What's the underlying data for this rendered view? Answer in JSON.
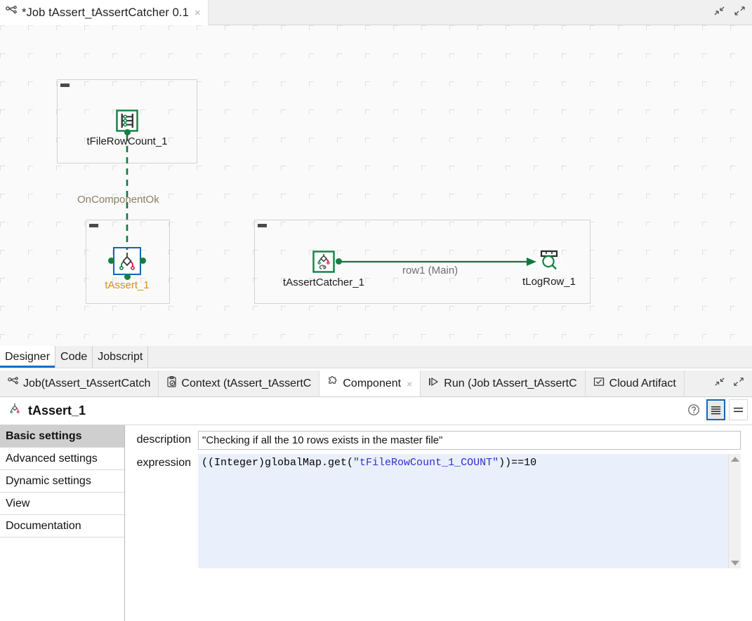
{
  "editor": {
    "tab_title": "*Job tAssert_tAssertCatcher 0.1",
    "tab_icon": "job-icon",
    "close_label": "×",
    "minimize_icon": "minimize-icon",
    "maximize_icon": "maximize-icon"
  },
  "canvas": {
    "nodes": [
      {
        "id": "tFileRowCount_1",
        "label": "tFileRowCount_1",
        "icon": "file-row-count-icon",
        "selected": false
      },
      {
        "id": "tAssert_1",
        "label": "tAssert_1",
        "icon": "assert-icon",
        "selected": true
      },
      {
        "id": "tAssertCatcher_1",
        "label": "tAssertCatcher_1",
        "icon": "assert-catcher-icon",
        "selected": false
      },
      {
        "id": "tLogRow_1",
        "label": "tLogRow_1",
        "icon": "log-row-icon",
        "selected": false
      }
    ],
    "links": [
      {
        "id": "trigger-link",
        "label": "OnComponentOk",
        "kind": "trigger",
        "from": "tFileRowCount_1",
        "to": "tAssert_1"
      },
      {
        "id": "row-link",
        "label": "row1 (Main)",
        "kind": "main",
        "from": "tAssertCatcher_1",
        "to": "tLogRow_1"
      }
    ],
    "colors": {
      "green": "#108040",
      "link_green": "#0c7a3e",
      "selection_blue": "#1466b8",
      "selected_label": "#d98c1a",
      "trigger_label": "#8a7d63",
      "main_label": "#6e6e6e"
    }
  },
  "view_tabs": [
    {
      "label": "Designer",
      "active": true
    },
    {
      "label": "Code",
      "active": false
    },
    {
      "label": "Jobscript",
      "active": false
    }
  ],
  "panel_tabs": [
    {
      "label": "Job(tAssert_tAssertCatch",
      "icon": "job-icon",
      "active": false,
      "closable": false
    },
    {
      "label": "Context (tAssert_tAssertC",
      "icon": "context-icon",
      "active": false,
      "closable": false
    },
    {
      "label": "Component",
      "icon": "puzzle-icon",
      "active": true,
      "closable": true
    },
    {
      "label": "Run (Job tAssert_tAssertC",
      "icon": "run-icon",
      "active": false,
      "closable": false
    },
    {
      "label": "Cloud Artifact",
      "icon": "cloud-artifact-icon",
      "active": false,
      "closable": false
    }
  ],
  "properties": {
    "title": "tAssert_1",
    "title_icon": "assert-icon",
    "help_icon": "help-icon",
    "view_toggle_1": "list-view-icon",
    "view_toggle_2": "compact-view-icon",
    "nav": [
      {
        "label": "Basic settings",
        "active": true
      },
      {
        "label": "Advanced settings",
        "active": false
      },
      {
        "label": "Dynamic settings",
        "active": false
      },
      {
        "label": "View",
        "active": false
      },
      {
        "label": "Documentation",
        "active": false
      }
    ],
    "fields": {
      "description_label": "description",
      "description_value": "\"Checking if all the 10 rows exists in the master file\"",
      "expression_label": "expression",
      "expression_prefix": "((Integer)globalMap.get(",
      "expression_string": "\"tFileRowCount_1_COUNT\"",
      "expression_suffix": "))==10",
      "scroll_up_icon": "scroll-up-arrow",
      "scroll_down_icon": "scroll-down-arrow"
    }
  }
}
